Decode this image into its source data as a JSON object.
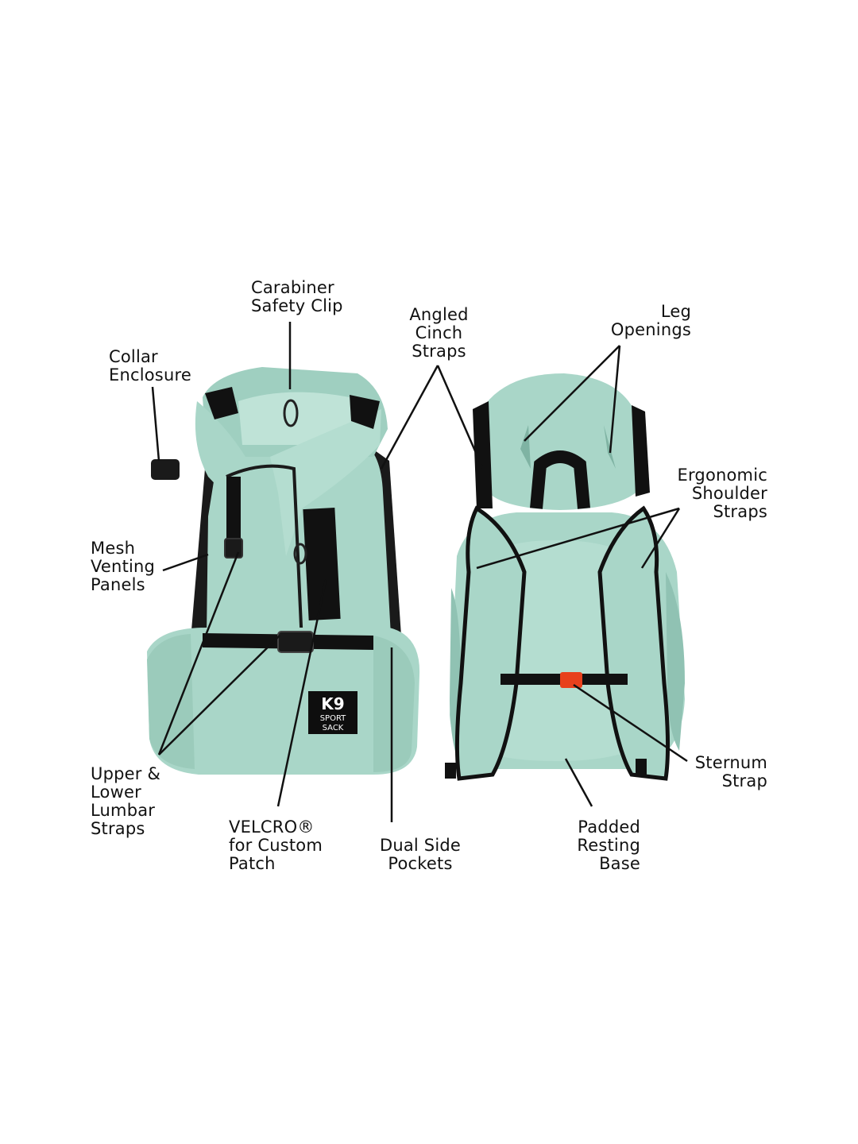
{
  "colors": {
    "mint": "#a9d6c8",
    "mint_dark": "#8fc0b0",
    "mint_light": "#bfe3d7",
    "strap": "#111111",
    "buckle_accent": "#e8401c",
    "text": "#111111"
  },
  "logo": {
    "lines": [
      "K9",
      "SPORT",
      "SACK"
    ]
  },
  "callouts": {
    "carabiner": [
      "Carabiner",
      "Safety Clip"
    ],
    "collar": [
      "Collar",
      "Enclosure"
    ],
    "angled_cinch": [
      "Angled",
      "Cinch",
      "Straps"
    ],
    "leg_openings": [
      "Leg",
      "Openings"
    ],
    "ergonomic": [
      "Ergonomic",
      "Shoulder",
      "Straps"
    ],
    "mesh": [
      "Mesh",
      "Venting",
      "Panels"
    ],
    "lumbar": [
      "Upper &",
      "Lower",
      "Lumbar",
      "Straps"
    ],
    "velcro": [
      "VELCRO®",
      "for Custom",
      "Patch"
    ],
    "pockets": [
      "Dual Side",
      "Pockets"
    ],
    "base": [
      "Padded",
      "Resting",
      "Base"
    ],
    "sternum": [
      "Sternum",
      "Strap"
    ]
  }
}
